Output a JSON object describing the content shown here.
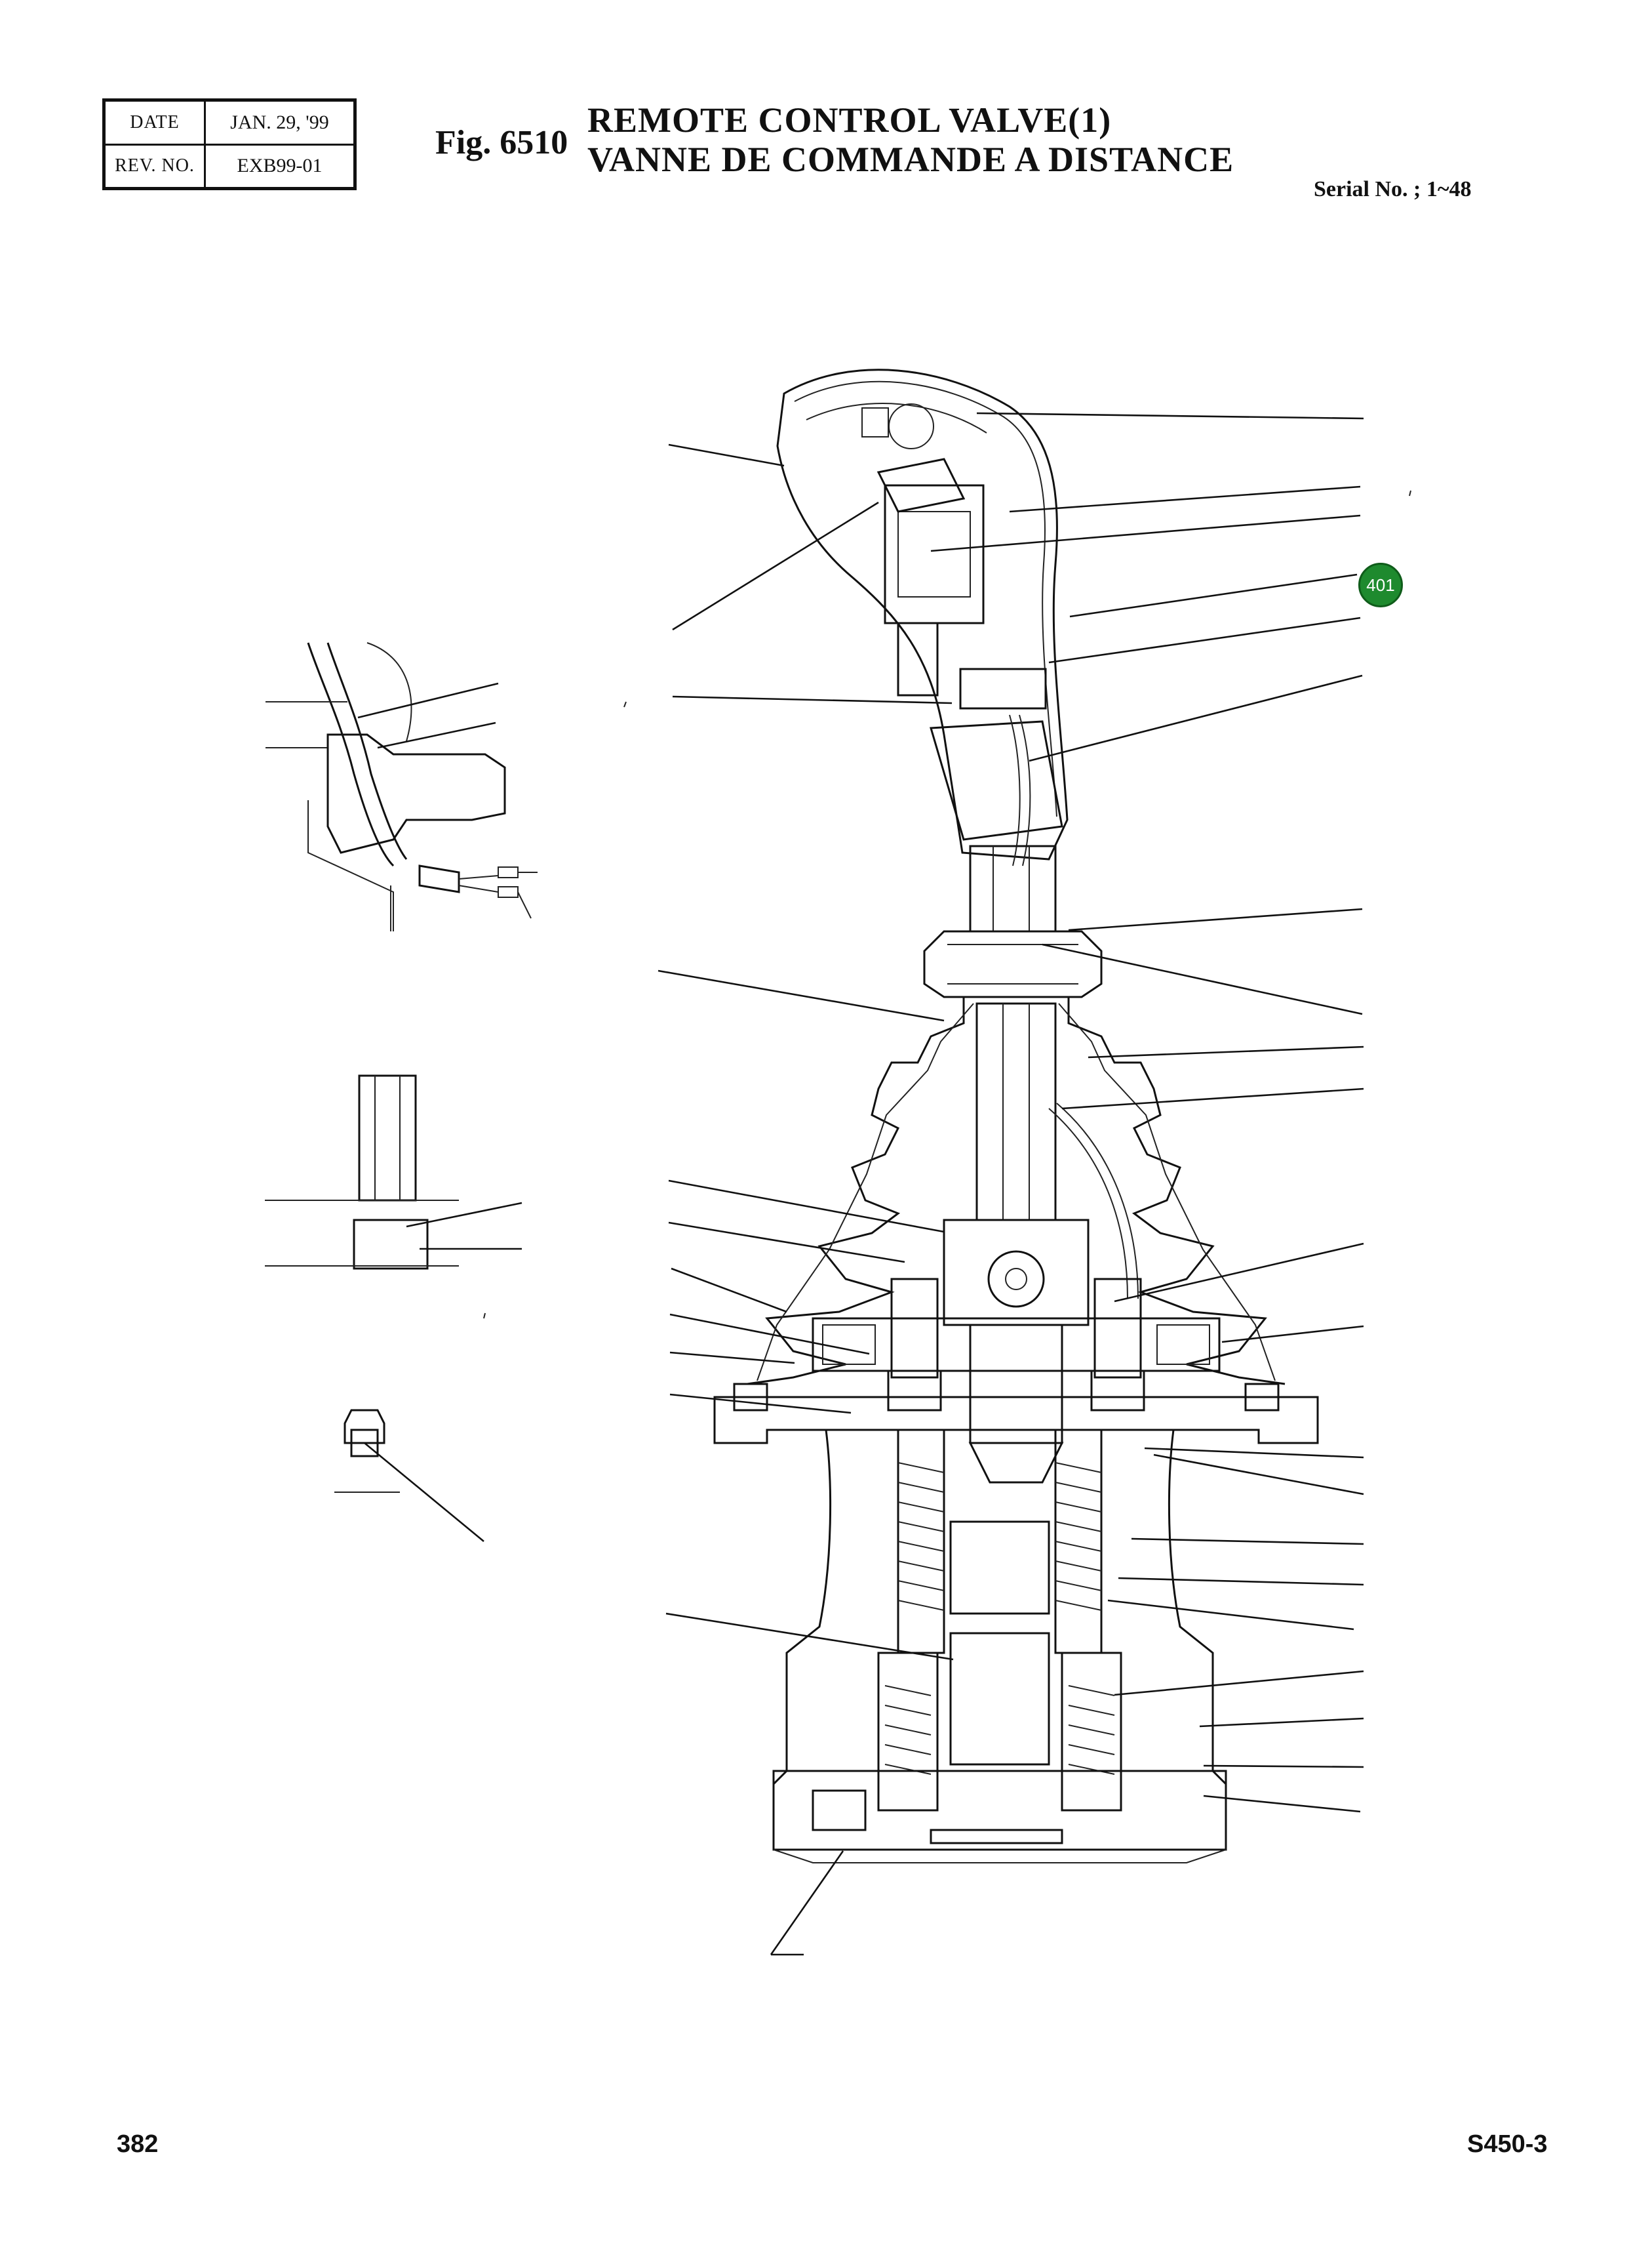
{
  "header": {
    "date_label": "DATE",
    "date_value": "JAN. 29, '99",
    "rev_label": "REV. NO.",
    "rev_value": "EXB99-01",
    "fig_label": "Fig. 6510",
    "title_en": "REMOTE CONTROL VALVE(1)",
    "title_fr": "VANNE DE COMMANDE A DISTANCE",
    "serial": "Serial No. ; 1~48"
  },
  "callouts": [
    {
      "label": "401",
      "color": "#1e8a2e"
    }
  ],
  "footer": {
    "page_number": "382",
    "model": "S450-3"
  }
}
